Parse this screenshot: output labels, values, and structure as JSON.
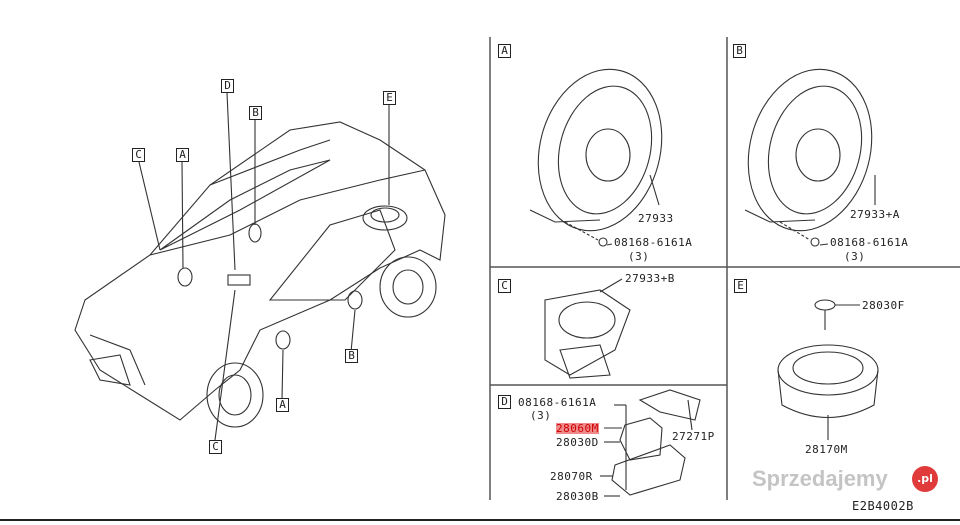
{
  "car_callouts": [
    "D",
    "B",
    "E",
    "C",
    "A",
    "B",
    "A",
    "C"
  ],
  "panels": {
    "A": {
      "letter": "A",
      "part": "27933",
      "screw": "08168-6161A",
      "qty": "(3)"
    },
    "B": {
      "letter": "B",
      "part": "27933+A",
      "screw": "08168-6161A",
      "qty": "(3)"
    },
    "C": {
      "letter": "C",
      "part": "27933+B"
    },
    "D": {
      "letter": "D",
      "screw": "08168-6161A",
      "qty": "(3)",
      "parts": [
        "28060M",
        "28030D",
        "27271P",
        "28070R",
        "28030B"
      ]
    },
    "E": {
      "letter": "E",
      "parts": [
        "28030F",
        "28170M"
      ]
    }
  },
  "diagram_code": "E2B4002B",
  "watermark": {
    "text": "Sprzedajemy",
    ".pl": ".pl",
    "badge": ".pl"
  },
  "colors": {
    "line": "#222222",
    "highlight": "#f08a8a",
    "badge": "#e03a3a"
  }
}
